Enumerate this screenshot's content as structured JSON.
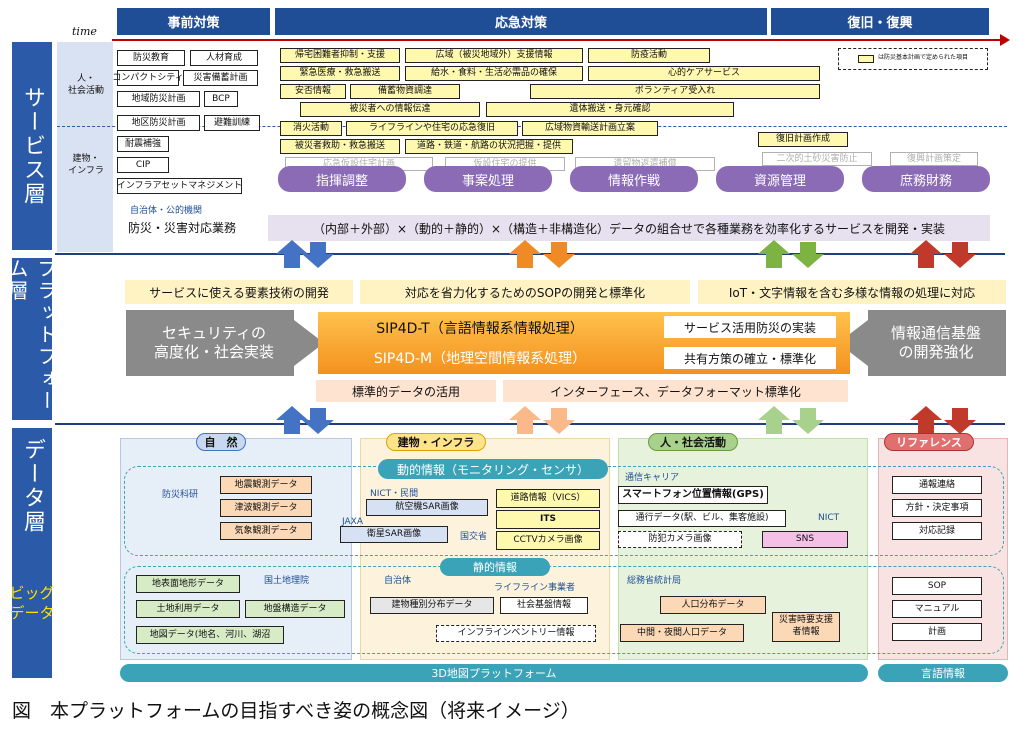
{
  "timeline": {
    "time_label": "time",
    "col1": "事前対策",
    "col2": "応急対策",
    "col3": "復旧・復興"
  },
  "layers": {
    "service": "サービス層",
    "platform": "プラットフォーム層",
    "data": "データ層"
  },
  "service": {
    "cat_people": "人・\n社会活動",
    "cat_infra": "建物・\nインフラ",
    "pre": [
      "防災教育",
      "人材育成",
      "コンパクトシティ",
      "災害備蓄計画",
      "地域防災計画",
      "BCP",
      "地区防災計画",
      "避難訓練",
      "耐震補強",
      "CIP",
      "インフラアセットマネジメント"
    ],
    "emg": [
      "帰宅困難者抑制・支援",
      "広域（被災地域外）支援情報",
      "防疫活動",
      "緊急医療・救急搬送",
      "給水・食料・生活必需品の確保",
      "心的ケアサービス",
      "安否情報",
      "備蓄物資調達",
      "ボランティア受入れ",
      "被災者への情報伝達",
      "遺体搬送・身元確認",
      "消火活動",
      "ライフラインや住宅の応急復旧",
      "広域物資輸送計画立案",
      "被災者救助・救急搬送",
      "道路・鉄道・航路の状況把握・提供",
      "復旧計画作成"
    ],
    "faded": [
      "応急仮設住宅計画",
      "仮設住宅の提供",
      "遺留物返還補償",
      "二次的土砂災害防止",
      "復興計画策定"
    ],
    "legend": "は防災基本計画で定められた項目",
    "pills": [
      "指揮調整",
      "事案処理",
      "情報作戦",
      "資源管理",
      "庶務財務"
    ],
    "org_label": "自治体・公的機関",
    "org_sub": "防災・災害対応業務",
    "summary": "（内部＋外部）×（動的＋静的）×（構造＋非構造化）データの組合せで各種業務を効率化するサービスを開発・実装"
  },
  "platform": {
    "t1": "サービスに使える要素技術の開発",
    "t2": "対応を省力化するためのSOPの開発と標準化",
    "t3": "IoT・文字情報を含む多様な情報の処理に対応",
    "left": "セキュリティの\n高度化・社会実装",
    "right": "情報通信基盤\nの開発強化",
    "sipT": "SIP4D-T（言語情報系情報処理）",
    "sipM": "SIP4D-M（地理空間情報系処理）",
    "svc": "サービス活用防災の実装",
    "share": "共有方策の確立・標準化",
    "b1": "標準的データの活用",
    "b2": "インターフェース、データフォーマット標準化"
  },
  "data": {
    "bigdata": "ビッグ\nデータ",
    "cats": [
      "自　然",
      "建物・インフラ",
      "人・社会活動",
      "リファレンス"
    ],
    "dynamic": "動的情報（モニタリング・センサ）",
    "static": "静的情報",
    "bousai": "防災科研",
    "nict_min": "NICT・民間",
    "jaxa": "JAXA",
    "kokko": "国交省",
    "carrier": "通信キャリア",
    "nict": "NICT",
    "nat_dyn": [
      "地震観測データ",
      "津波観測データ",
      "気象観測データ"
    ],
    "sar": [
      "航空機SAR画像",
      "衛星SAR画像"
    ],
    "road": [
      "道路情報（VICS）",
      "ITS",
      "CCTVカメラ画像"
    ],
    "people_dyn": [
      "スマートフォン位置情報(GPS)",
      "通行データ(駅、ビル、集客施設)",
      "防犯カメラ画像",
      "SNS"
    ],
    "ref_dyn": [
      "通報連絡",
      "方針・決定事項",
      "対応記録"
    ],
    "gsi": "国土地理院",
    "nat_static": [
      "地表面地形データ",
      "土地利用データ",
      "地盤構造データ",
      "地図データ(地名、河川、湖沼"
    ],
    "jichitai": "自治体",
    "lifeline": "ライフライン事業者",
    "infra_static": [
      "建物種別分布データ",
      "社会基盤情報",
      "インフラインベントリー情報"
    ],
    "soumu": "総務省統計局",
    "people_static": [
      "人口分布データ",
      "中間・夜間人口データ",
      "災害時要支援者情報"
    ],
    "ref_static": [
      "SOP",
      "マニュアル",
      "計画"
    ],
    "platform3d": "3D地図プラットフォーム",
    "lang": "言語情報"
  },
  "caption": "図　本プラットフォームの目指すべき姿の概念図（将来イメージ）"
}
